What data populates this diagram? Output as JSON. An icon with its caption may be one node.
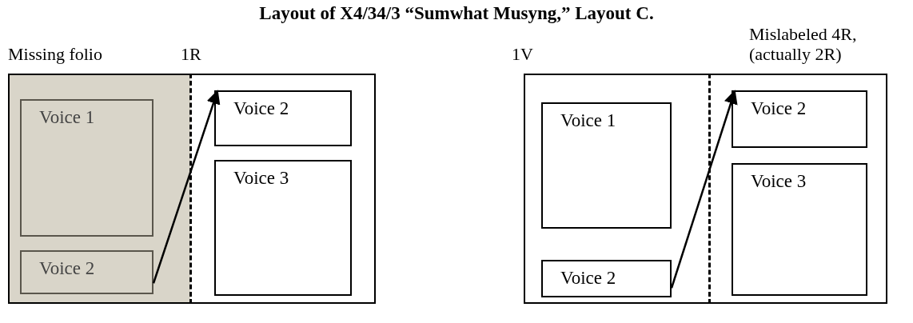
{
  "diagram": {
    "title": "Layout of X4/34/3 “Sumwhat Musyng,” Layout C.",
    "nodes": [
      {
        "text": [],
        "shape": "box"
      },
      {
        "text": [
          "Missing folio"
        ],
        "in": 0
      },
      {
        "text": [
          "1R"
        ],
        "in": 0
      },
      {
        "text": [
          "Voice 1"
        ],
        "in": 1
      },
      {
        "text": [
          "Voice 2"
        ],
        "in": 1
      },
      {
        "text": [
          "Voice 2"
        ],
        "in": 2
      },
      {
        "text": [
          "Voice 3"
        ],
        "in": 2
      },
      {
        "text": [],
        "shape": "box"
      },
      {
        "text": [
          "1V"
        ],
        "in": 7
      },
      {
        "text": [
          "Mislabeled 4R, (actually 2R)"
        ],
        "in": 7
      },
      {
        "text": [
          "Voice 1"
        ],
        "in": 8
      },
      {
        "text": [
          "Voice 2"
        ],
        "in": 8
      },
      {
        "text": [
          "Voice 2"
        ],
        "in": 9
      },
      {
        "text": [
          "Voice 3"
        ],
        "in": 9
      }
    ],
    "edges": [
      {
        "from": 4,
        "to": 5,
        "arrow": "to"
      },
      {
        "from": 11,
        "to": 12,
        "arrow": "to"
      }
    ]
  }
}
